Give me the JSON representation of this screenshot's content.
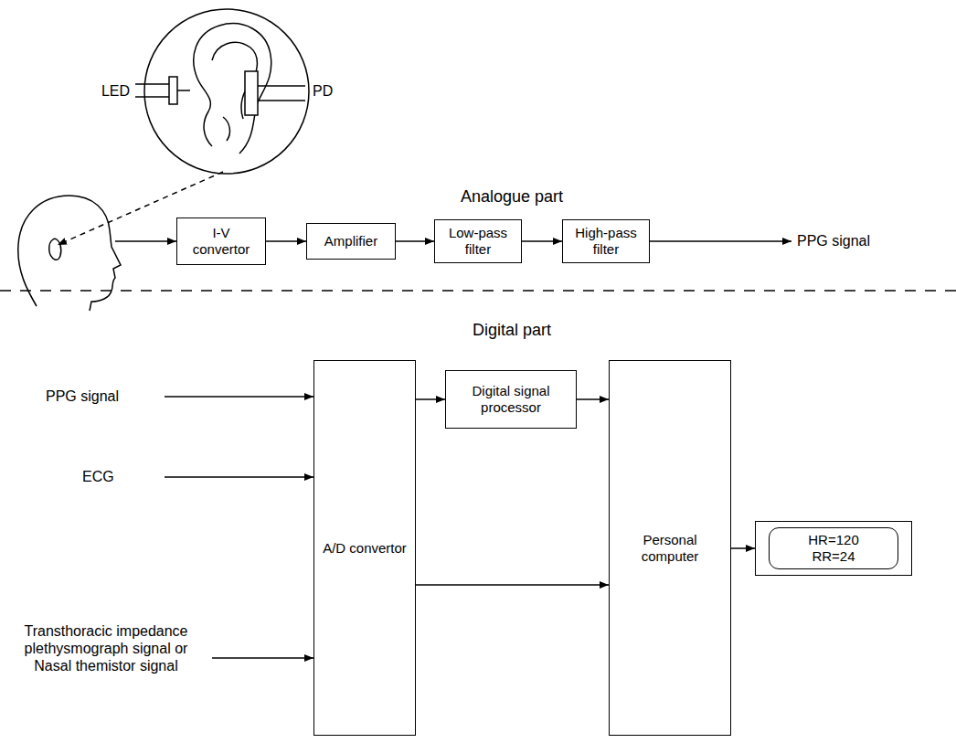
{
  "diagram": {
    "nodes": [
      {
        "text": [
          "I-V convertor"
        ]
      },
      {
        "text": [
          "Amplifier"
        ]
      },
      {
        "text": [
          "Low-pass filter"
        ]
      },
      {
        "text": [
          "High-pass filter"
        ]
      },
      {
        "text": [
          "A/D convertor"
        ]
      },
      {
        "text": [
          "Digital signal processor"
        ]
      },
      {
        "text": [
          "Personal computer"
        ]
      },
      {
        "text": [
          "HR=120 RR=24"
        ]
      }
    ],
    "edges": [
      {
        "from": 0,
        "to": 1,
        "arrow": "to"
      },
      {
        "from": 1,
        "to": 2,
        "arrow": "to"
      },
      {
        "from": 2,
        "to": 3,
        "arrow": "to"
      },
      {
        "from": 4,
        "to": 5,
        "arrow": "to"
      },
      {
        "from": 5,
        "to": 6,
        "arrow": "to"
      },
      {
        "from": 4,
        "to": 6,
        "arrow": "to"
      },
      {
        "from": 6,
        "to": 7,
        "arrow": "to"
      }
    ],
    "labels": [
      "LED",
      "PD",
      "Analogue part",
      "PPG signal",
      "Digital part",
      "PPG signal",
      "ECG",
      "Transthoracic impedance plethysmograph signal or Nasal themistor signal"
    ]
  }
}
